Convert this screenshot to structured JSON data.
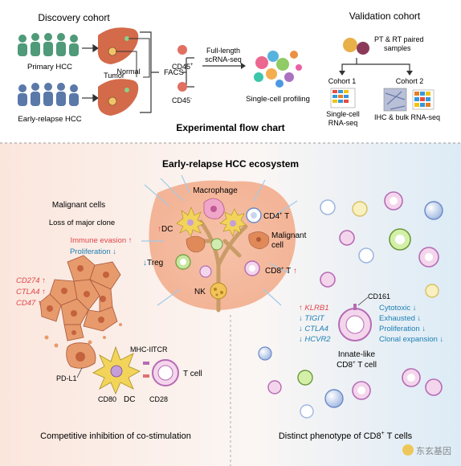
{
  "top": {
    "discovery_title": "Discovery cohort",
    "primary_hcc": "Primary HCC",
    "early_relapse_hcc": "Early-relapse HCC",
    "tumor": "Tumor",
    "normal": "Normal",
    "facs": "FACS",
    "cd45_pos": "CD45",
    "cd45_pos_sup": "+",
    "cd45_neg": "CD45",
    "cd45_neg_sup": "-",
    "scrna_line1": "Full-length",
    "scrna_line2": "scRNA-seq",
    "single_cell_profiling": "Single-cell profiling",
    "experimental_flow_chart": "Experimental flow chart",
    "validation_title": "Validation cohort",
    "pt_rt_line1": "PT & RT paired",
    "pt_rt_line2": "samples",
    "cohort1": "Cohort 1",
    "cohort2": "Cohort 2",
    "single_cell_rna_line1": "Single-cell",
    "single_cell_rna_line2": "RNA-seq",
    "ihc_bulk": "IHC & bulk RNA-seq"
  },
  "bottom": {
    "ecosystem_title": "Early-relapse HCC ecosystem",
    "malignant_cells": "Malignant cells",
    "loss_major_clone": "Loss of major clone",
    "immune_evasion": "Immune evasion",
    "proliferation": "Proliferation",
    "genes_left": [
      "CD274",
      "CTLA4",
      "CD47"
    ],
    "macrophage": "Macrophage",
    "dc": "DC",
    "cd4_t": "CD4",
    "cd4_t_sup": "+",
    "cd4_t_suffix": " T",
    "malignant_cell_line1": "Malignant",
    "malignant_cell_line2": "cell",
    "treg": "Treg",
    "cd8_t": "CD8",
    "cd8_t_sup": "+",
    "cd8_t_suffix": " T",
    "nk": "NK",
    "mhc_ii": "MHC-II",
    "tcr": "TCR",
    "pd_l1": "PD-L1",
    "t_cell": "T cell",
    "cd80": "CD80",
    "dc_small": "DC",
    "cd28": "CD28",
    "competitive_inhibition": "Competitive inhibition of co-stimulation",
    "cd161": "CD161",
    "genes_right": [
      "KLRB1",
      "TIGIT",
      "CTLA4",
      "HCVR2"
    ],
    "phenotypes": [
      "Cytotoxic",
      "Exhausted",
      "Proliferation",
      "Clonal expansion"
    ],
    "innate_like_line1": "Innate-like",
    "innate_like_line2": "CD8",
    "innate_like_sup": "+",
    "innate_like_suffix": " T cell",
    "distinct_phenotype": "Distinct phenotype of CD8",
    "distinct_phenotype_sup": "+",
    "distinct_phenotype_suffix": " T cells",
    "watermark": "东玄基因"
  },
  "colors": {
    "red_text": "#e0454a",
    "blue_text": "#1d7fb4",
    "liver": "#d36a4a",
    "people_green": "#4f9a78",
    "people_blue": "#5a79a8",
    "tumor_cell": "#e79a6c",
    "tcell_purple": "#b66bb5"
  }
}
